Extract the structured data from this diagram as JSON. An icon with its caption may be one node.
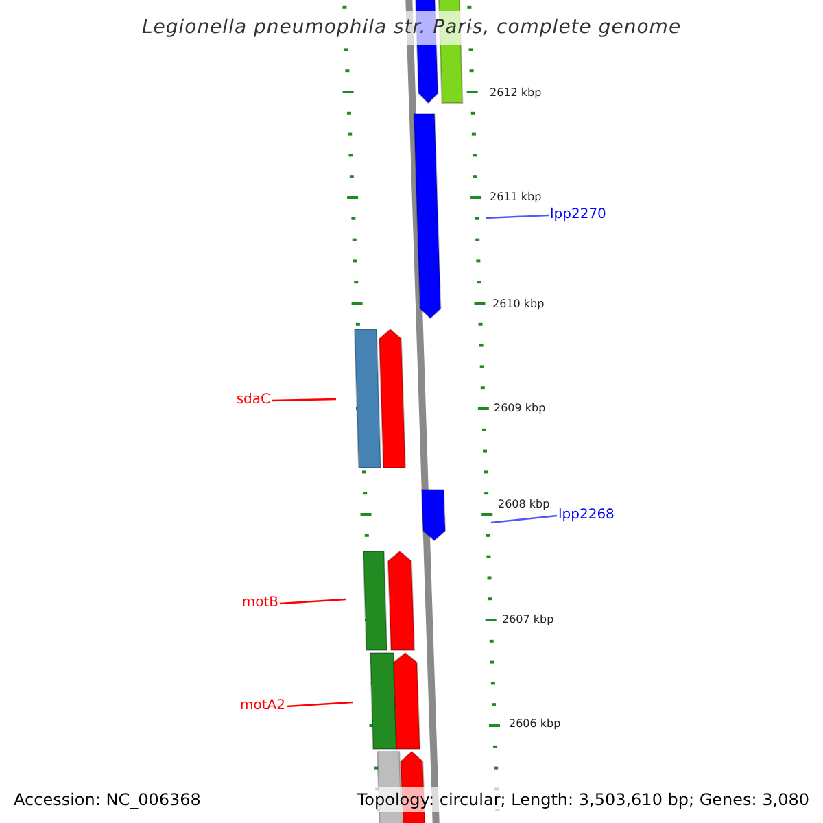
{
  "diagram": {
    "title": "Legionella pneumophila str. Paris, complete genome",
    "nodes": [
      {
        "text": [
          "lpp2270"
        ]
      },
      {
        "text": [
          "sdaC"
        ]
      },
      {
        "text": [
          "lpp2268"
        ]
      },
      {
        "text": [
          "motB"
        ]
      },
      {
        "text": [
          "motA2"
        ]
      }
    ],
    "edges": [
      {
        "from": 0,
        "to": null,
        "arrow": "none",
        "color": "#5555ff"
      },
      {
        "from": 1,
        "to": null,
        "arrow": "none"
      },
      {
        "from": 2,
        "to": null,
        "arrow": "none",
        "color": "#5555ff"
      },
      {
        "from": 3,
        "to": null,
        "arrow": "none"
      },
      {
        "from": 4,
        "to": null,
        "arrow": "none"
      }
    ],
    "labels": [
      "2612 kbp",
      "2611 kbp",
      "2610 kbp",
      "2609 kbp",
      "2608 kbp",
      "2607 kbp",
      "2606 kbp",
      "Accession: NC_006368",
      "Topology: circular; Length: 3,503,610 bp; Genes: 3,080"
    ]
  }
}
